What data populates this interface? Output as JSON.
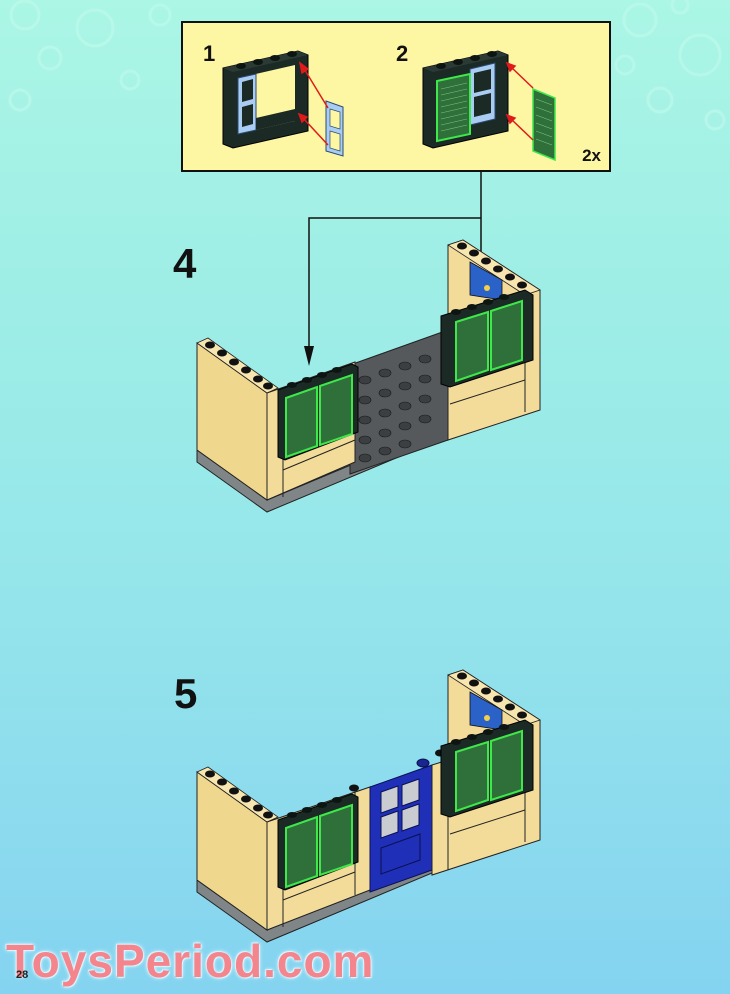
{
  "page": {
    "page_number": "28",
    "watermark": "ToysPeriod.com",
    "colors": {
      "background_top": "#abf6e5",
      "background_bottom": "#84d3f0",
      "callout_fill": "#fdf6a3",
      "tan_brick": "#f3dc9a",
      "black_frame": "#1b2a25",
      "light_blue_pane": "#a9ccf2",
      "green_shutter": "#2f7d3a",
      "shutter_edge": "#3ee84a",
      "blue_door": "#1f2fb8",
      "grey_plate": "#55595c",
      "arrow_red": "#e01b1b"
    }
  },
  "callout": {
    "substeps": [
      {
        "number": "1",
        "description": "Attach light blue window pane to black window frame"
      },
      {
        "number": "2",
        "description": "Attach green shutter to window frame"
      }
    ],
    "multiplier": "2x"
  },
  "steps": [
    {
      "number": "4",
      "description": "Place window assemblies onto tan walls on grey plate"
    },
    {
      "number": "5",
      "description": "Add blue door between walls"
    }
  ]
}
